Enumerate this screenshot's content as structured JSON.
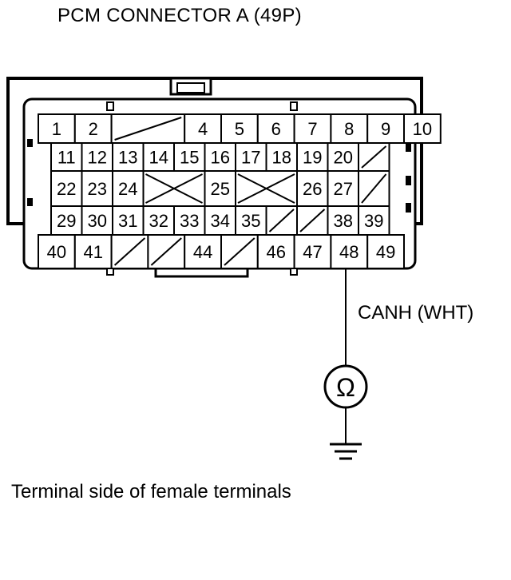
{
  "title": "PCM CONNECTOR A (49P)",
  "wire_label": "CANH (WHT)",
  "meter_symbol": "Ω",
  "footer": "Terminal side of female terminals",
  "connector": {
    "rows": [
      {
        "cells": [
          {
            "t": "1"
          },
          {
            "t": "2"
          },
          {
            "t": "",
            "k": "slash",
            "w": 2
          },
          {
            "t": "4"
          },
          {
            "t": "5"
          },
          {
            "t": "6"
          },
          {
            "t": "7"
          },
          {
            "t": "8"
          },
          {
            "t": "9"
          },
          {
            "t": "10"
          }
        ]
      },
      {
        "cells": [
          {
            "t": "11"
          },
          {
            "t": "12"
          },
          {
            "t": "13"
          },
          {
            "t": "14"
          },
          {
            "t": "15"
          },
          {
            "t": "16"
          },
          {
            "t": "17"
          },
          {
            "t": "18"
          },
          {
            "t": "19"
          },
          {
            "t": "20"
          },
          {
            "t": "",
            "k": "slash"
          }
        ]
      },
      {
        "cells": [
          {
            "t": "22"
          },
          {
            "t": "23"
          },
          {
            "t": "24"
          },
          {
            "t": "",
            "k": "cross",
            "w": 2
          },
          {
            "t": "25"
          },
          {
            "t": "",
            "k": "cross",
            "w": 2
          },
          {
            "t": "26"
          },
          {
            "t": "27"
          },
          {
            "t": "",
            "k": "slash"
          }
        ]
      },
      {
        "cells": [
          {
            "t": "29"
          },
          {
            "t": "30"
          },
          {
            "t": "31"
          },
          {
            "t": "32"
          },
          {
            "t": "33"
          },
          {
            "t": "34"
          },
          {
            "t": "35"
          },
          {
            "t": "",
            "k": "slash"
          },
          {
            "t": "",
            "k": "slash"
          },
          {
            "t": "38"
          },
          {
            "t": "39"
          }
        ]
      },
      {
        "cells": [
          {
            "t": "40"
          },
          {
            "t": "41"
          },
          {
            "t": "",
            "k": "slash"
          },
          {
            "t": "",
            "k": "slash"
          },
          {
            "t": "44"
          },
          {
            "t": "",
            "k": "slash"
          },
          {
            "t": "46"
          },
          {
            "t": "47"
          },
          {
            "t": "48"
          },
          {
            "t": "49"
          }
        ]
      }
    ]
  }
}
